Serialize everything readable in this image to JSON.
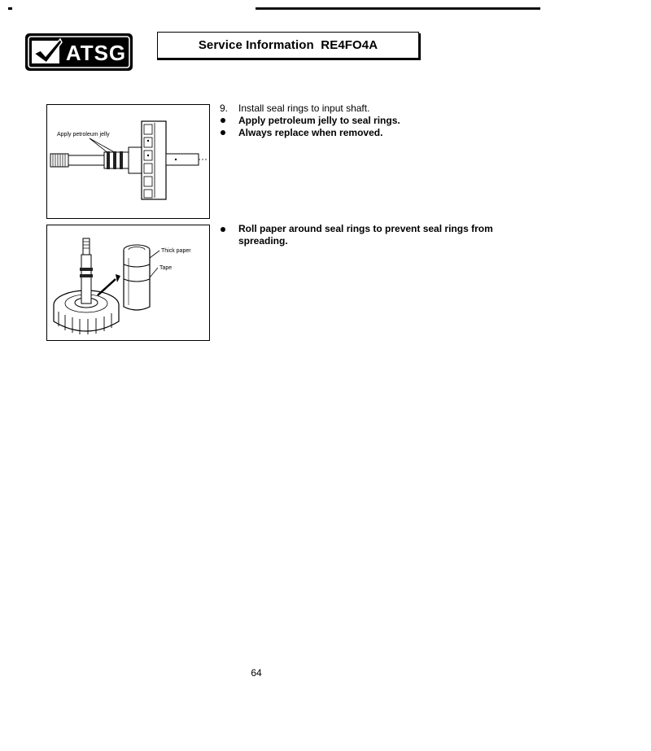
{
  "logo": {
    "text": "ATSG"
  },
  "header": {
    "title": "Service Information  RE4FO4A"
  },
  "figure1": {
    "callout": "Apply petroleum jelly"
  },
  "figure2": {
    "callout_paper": "Thick paper",
    "callout_tape": "Tape"
  },
  "steps": {
    "step9": {
      "number": "9.",
      "text": "Install seal rings to input shaft."
    },
    "bullet1": "Apply petroleum jelly to seal rings.",
    "bullet2": "Always replace when removed.",
    "bullet3": "Roll paper around seal rings to prevent seal rings from spreading."
  },
  "page_number": "64"
}
